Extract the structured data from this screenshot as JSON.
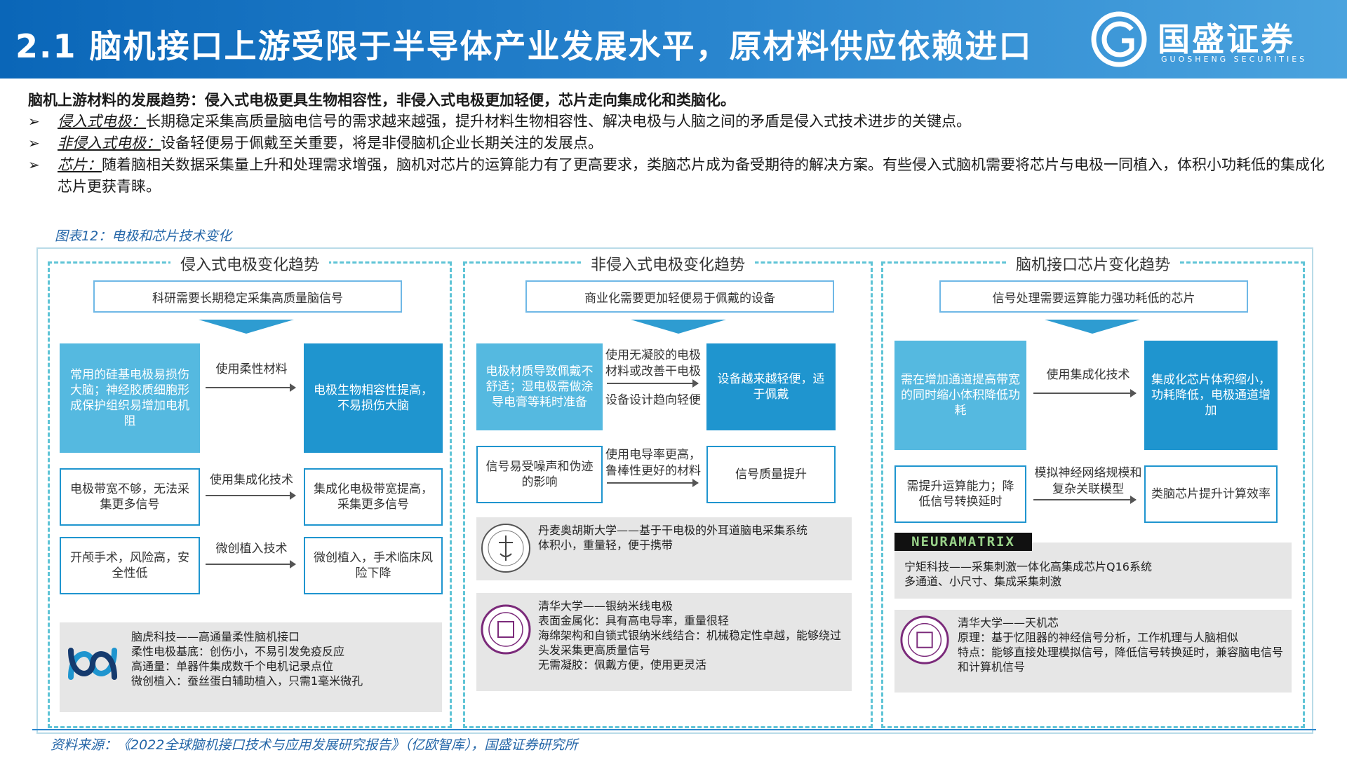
{
  "header": {
    "title": "2.1 脑机接口上游受限于半导体产业发展水平，原材料供应依赖进口",
    "logo_cn": "国盛证券",
    "logo_en": "GUOSHENG SECURITIES"
  },
  "intro": {
    "headline": "脑机上游材料的发展趋势：侵入式电极更具生物相容性，非侵入式电极更加轻便，芯片走向集成化和类脑化。",
    "bullets": [
      {
        "key": "侵入式电极：",
        "text": "长期稳定采集高质量脑电信号的需求越来越强，提升材料生物相容性、解决电极与人脑之间的矛盾是侵入式技术进步的关键点。"
      },
      {
        "key": "非侵入式电极：",
        "text": "设备轻便易于佩戴至关重要，将是非侵脑机企业长期关注的发展点。"
      },
      {
        "key": "芯片：",
        "text": "随着脑相关数据采集量上升和处理需求增强，脑机对芯片的运算能力有了更高要求，类脑芯片成为备受期待的解决方案。有些侵入式脑机需要将芯片与电极一同植入，体积小功耗低的集成化芯片更获青睐。"
      }
    ]
  },
  "figure": {
    "caption": "图表12：电极和芯片技术变化",
    "panels": [
      {
        "title": "侵入式电极变化趋势",
        "need": "科研需要长期稳定采集高质量脑信号",
        "rows": [
          {
            "from": "常用的硅基电极易损伤大脑；神经胶质细胞形成保护组织易增加电机阻",
            "action": "使用柔性材料",
            "to": "电极生物相容性提高，不易损伤大脑"
          },
          {
            "from": "电极带宽不够，无法采集更多信号",
            "action": "使用集成化技术",
            "to": "集成化电极带宽提高，采集更多信号"
          },
          {
            "from": "开颅手术，风险高，安全性低",
            "action": "微创植入技术",
            "to": "微创植入，手术临床风险下降"
          }
        ],
        "cases": [
          {
            "logo": "neuroxess-logo",
            "lines": [
              "脑虎科技——高通量柔性脑机接口",
              "柔性电极基底：创伤小，不易引发免疫反应",
              "高通量：单器件集成数千个电机记录点位",
              "微创植入：蚕丝蛋白辅助植入，只需1毫米微孔"
            ]
          }
        ]
      },
      {
        "title": "非侵入式电极变化趋势",
        "need": "商业化需要更加轻便易于佩戴的设备",
        "rows": [
          {
            "from": "电极材质导致佩戴不舒适；湿电极需做涂导电膏等耗时准备",
            "action": "使用无凝胶的电极材料或改善干电极",
            "action2": "设备设计趋向轻便",
            "to": "设备越来越轻便，适于佩戴"
          },
          {
            "from": "信号易受噪声和伪迹的影响",
            "action": "使用电导率更高，鲁棒性更好的材料",
            "to": "信号质量提升"
          }
        ],
        "cases": [
          {
            "logo": "aarhus-university-seal",
            "lines": [
              "丹麦奥胡斯大学——基于干电极的外耳道脑电采集系统",
              "体积小，重量轻，便于携带"
            ]
          },
          {
            "logo": "tsinghua-seal",
            "lines": [
              "清华大学——银纳米线电极",
              "表面金属化：具有高电导率，重量很轻",
              "海绵架构和自锁式银纳米线结合：机械稳定性卓越，能够绕过头发采集更高质量信号",
              "无需凝胶：佩戴方便，使用更灵活"
            ]
          }
        ]
      },
      {
        "title": "脑机接口芯片变化趋势",
        "need": "信号处理需要运算能力强功耗低的芯片",
        "rows": [
          {
            "from": "需在增加通道提高带宽的同时缩小体积降低功耗",
            "action": "使用集成化技术",
            "to": "集成化芯片体积缩小，功耗降低，电极通道增加"
          },
          {
            "from": "需提升运算能力；降低信号转换延时",
            "action": "模拟神经网络规模和复杂关联模型",
            "to": "类脑芯片提升计算效率"
          }
        ],
        "cases": [
          {
            "logo_text": "NEURAMATRIX",
            "lines": [
              "宁矩科技——采集刺激一体化高集成芯片Q16系统",
              "多通道、小尺寸、集成采集刺激"
            ]
          },
          {
            "logo": "tsinghua-seal",
            "lines": [
              "清华大学——天机芯",
              "原理：基于忆阻器的神经信号分析，工作机理与人脑相似",
              "特点：能够直接处理模拟信号，降低信号转换延时，兼容脑电信号和计算机信号"
            ]
          }
        ]
      }
    ]
  },
  "source": "资料来源：《2022全球脑机接口技术与应用发展研究报告》（亿欧智库），国盛证券研究所",
  "colors": {
    "header": "#0a66b8",
    "accent": "#1f95cf",
    "light": "#55b9e0",
    "dashed": "#5fc4d6",
    "caption": "#2466a8"
  }
}
